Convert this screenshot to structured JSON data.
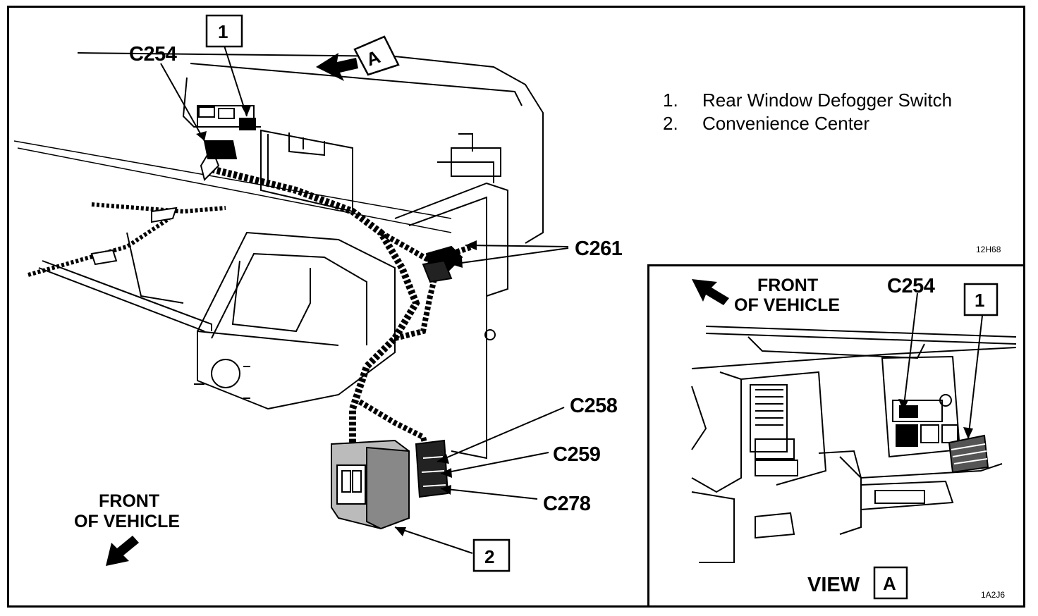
{
  "legend": {
    "items": [
      {
        "num": "1.",
        "label": "Rear Window Defogger Switch"
      },
      {
        "num": "2.",
        "label": "Convenience Center"
      }
    ]
  },
  "main_view": {
    "callouts": {
      "c254": "C254",
      "c261": "C261",
      "c258": "C258",
      "c259": "C259",
      "c278": "C278"
    },
    "box_1": "1",
    "box_2": "2",
    "view_marker": "A",
    "front_line1": "FRONT",
    "front_line2": "OF VEHICLE",
    "figure_code": "12H68"
  },
  "inset_view": {
    "front_line1": "FRONT",
    "front_line2": "OF VEHICLE",
    "callout_c254": "C254",
    "box_1": "1",
    "view_label": "VIEW",
    "view_letter": "A",
    "figure_code": "1A2J6"
  }
}
